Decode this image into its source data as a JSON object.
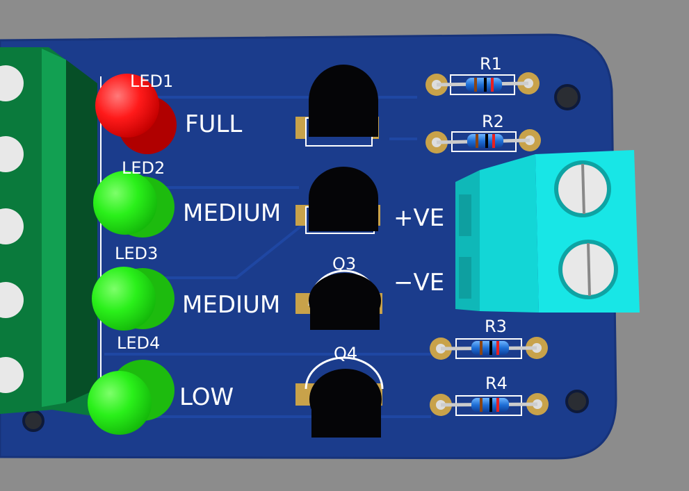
{
  "board": {
    "colors": {
      "background": "#8c8c8c",
      "pcb": "#1a3a8a",
      "silkscreen": "#ffffff",
      "pad": "#c8a24a",
      "led_red": "#ff1a1a",
      "led_green": "#22ee11",
      "terminal_green": "#0f9a4c",
      "terminal_cyan": "#14e0e0",
      "transistor": "#050507"
    },
    "leds": [
      {
        "ref": "LED1",
        "label": "FULL",
        "color": "red"
      },
      {
        "ref": "LED2",
        "label": "MEDIUM",
        "color": "green"
      },
      {
        "ref": "LED3",
        "label": "MEDIUM",
        "color": "green"
      },
      {
        "ref": "LED4",
        "label": "LOW",
        "color": "green"
      }
    ],
    "transistors": [
      {
        "ref": ""
      },
      {
        "ref": ""
      },
      {
        "ref": "Q3"
      },
      {
        "ref": "Q4"
      }
    ],
    "resistors": [
      {
        "ref": "R1"
      },
      {
        "ref": "R2"
      },
      {
        "ref": "R3"
      },
      {
        "ref": "R4"
      }
    ],
    "power_connector": {
      "positive_label": "+VE",
      "negative_label": "−VE"
    }
  }
}
